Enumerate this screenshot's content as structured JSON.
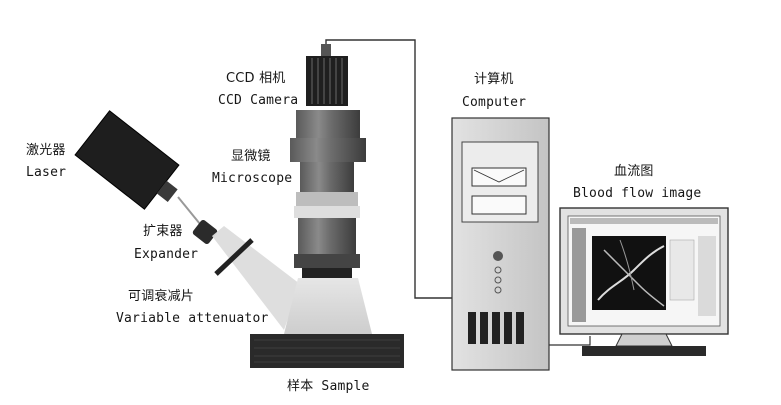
{
  "labels": {
    "ccd_cn": "CCD 相机",
    "ccd_en": "CCD Camera",
    "microscope_cn": "显微镜",
    "microscope_en": "Microscope",
    "laser_cn": "激光器",
    "laser_en": "Laser",
    "expander_cn": "扩束器",
    "expander_en": "Expander",
    "attenuator_cn": "可调衰减片",
    "attenuator_en": "Variable attenuator",
    "sample": "样本 Sample",
    "computer_cn": "计算机",
    "computer_en": "Computer",
    "bloodflow_cn": "血流图",
    "bloodflow_en": "Blood flow image"
  },
  "colors": {
    "dark": "#2a2a2a",
    "mid_gray": "#6e6e6e",
    "light_gray": "#d6d6d6",
    "beam": "#cfcfcf",
    "background": "#ffffff"
  }
}
